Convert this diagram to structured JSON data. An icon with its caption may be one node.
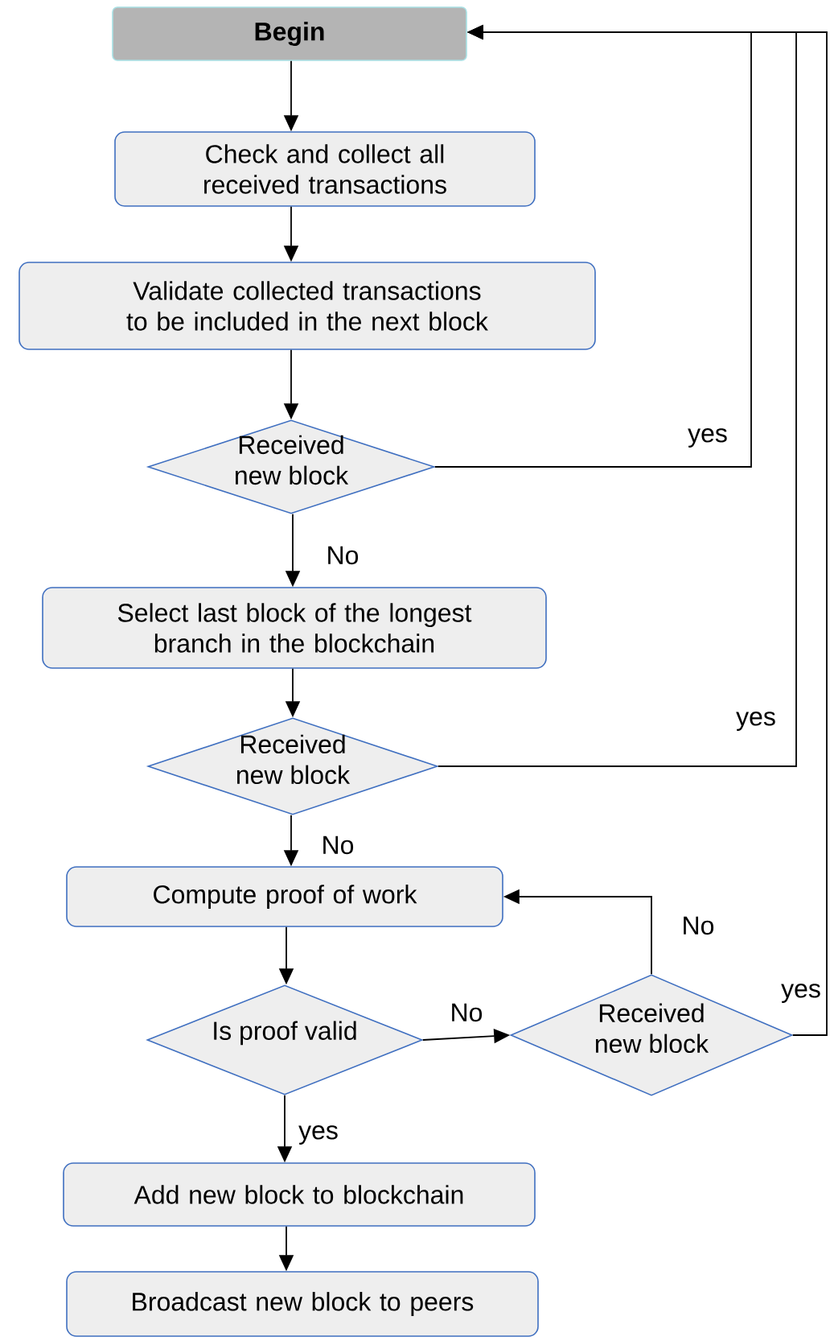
{
  "diagram": {
    "nodes": [
      {
        "text": [
          "Begin"
        ]
      },
      {
        "text": [
          "Check and collect all received transactions"
        ]
      },
      {
        "text": [
          "Validate collected transactions to be included in the next block"
        ]
      },
      {
        "text": [
          "Received new block"
        ]
      },
      {
        "text": [
          "Select last block of the longest branch in the blockchain"
        ]
      },
      {
        "text": [
          "Received new block"
        ]
      },
      {
        "text": [
          "Compute proof of work"
        ]
      },
      {
        "text": [
          "Is proof valid"
        ]
      },
      {
        "text": [
          "Received new block"
        ]
      },
      {
        "text": [
          "Add new block to blockchain"
        ]
      },
      {
        "text": [
          "Broadcast new block to peers"
        ]
      }
    ],
    "edges": [
      {
        "from": 0,
        "to": 1,
        "arrow": "to"
      },
      {
        "from": 1,
        "to": 2,
        "arrow": "to"
      },
      {
        "from": 2,
        "to": 3,
        "arrow": "to"
      },
      {
        "from": 3,
        "to": 4,
        "arrow": "to",
        "label": "No"
      },
      {
        "from": 3,
        "to": 0,
        "arrow": "to",
        "label": "yes"
      },
      {
        "from": 4,
        "to": 5,
        "arrow": "to"
      },
      {
        "from": 5,
        "to": 0,
        "arrow": "to",
        "label": "yes"
      },
      {
        "from": 5,
        "to": 6,
        "arrow": "to",
        "label": "No"
      },
      {
        "from": 6,
        "to": 7,
        "arrow": "to"
      },
      {
        "from": 7,
        "to": 8,
        "arrow": "to",
        "label": "No"
      },
      {
        "from": 8,
        "to": 6,
        "arrow": "to",
        "label": "No"
      },
      {
        "from": 8,
        "to": 0,
        "arrow": "to",
        "label": "yes"
      },
      {
        "from": 7,
        "to": 9,
        "arrow": "to",
        "label": "yes"
      },
      {
        "from": 9,
        "to": 10,
        "arrow": "to"
      }
    ]
  }
}
